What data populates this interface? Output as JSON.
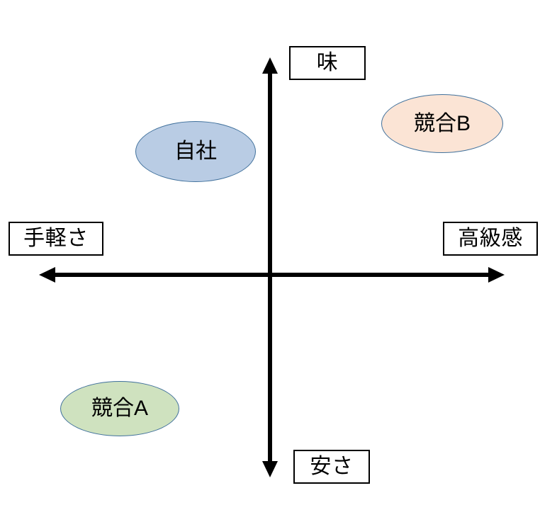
{
  "diagram": {
    "type": "positioning-map",
    "title": "",
    "background_color": "#ffffff"
  },
  "axes": {
    "color": "#000000",
    "stroke_width": 6,
    "vertical": {
      "x": 381,
      "y_top": 83,
      "y_bottom": 672,
      "arrow_top": true,
      "arrow_bottom": true,
      "top_label": "味",
      "bottom_label": "安さ"
    },
    "horizontal": {
      "y": 388,
      "x_left": 57,
      "x_right": 710,
      "arrow_left": true,
      "arrow_right": true,
      "left_label": "手軽さ",
      "right_label": "高級感"
    }
  },
  "labels": {
    "top": "味",
    "bottom": "安さ",
    "left": "手軽さ",
    "right": "高級感"
  },
  "chart_data": {
    "type": "scatter",
    "title": "",
    "xlabel": "手軽さ ↔ 高級感",
    "ylabel": "安さ ↔ 味",
    "x_axis_negative": "手軽さ",
    "x_axis_positive": "高級感",
    "y_axis_negative": "安さ",
    "y_axis_positive": "味",
    "xlim": [
      -1,
      1
    ],
    "ylim": [
      -1,
      1
    ],
    "grid": false,
    "legend": "none",
    "points": [
      {
        "label": "自社",
        "x": -0.32,
        "y": 0.52,
        "quadrant": "upper-left",
        "fill": "#b9cce4",
        "stroke": "#41719c"
      },
      {
        "label": "競合B",
        "x": 0.62,
        "y": 0.66,
        "quadrant": "upper-right",
        "fill": "#fbe4d5",
        "stroke": "#41719c"
      },
      {
        "label": "競合A",
        "x": -0.66,
        "y": -0.6,
        "quadrant": "lower-left",
        "fill": "#cfe2bf",
        "stroke": "#41719c"
      }
    ]
  },
  "bubbles": [
    {
      "name": "own-company",
      "text": "自社"
    },
    {
      "name": "competitor-b",
      "text": "競合B"
    },
    {
      "name": "competitor-a",
      "text": "競合A"
    }
  ]
}
